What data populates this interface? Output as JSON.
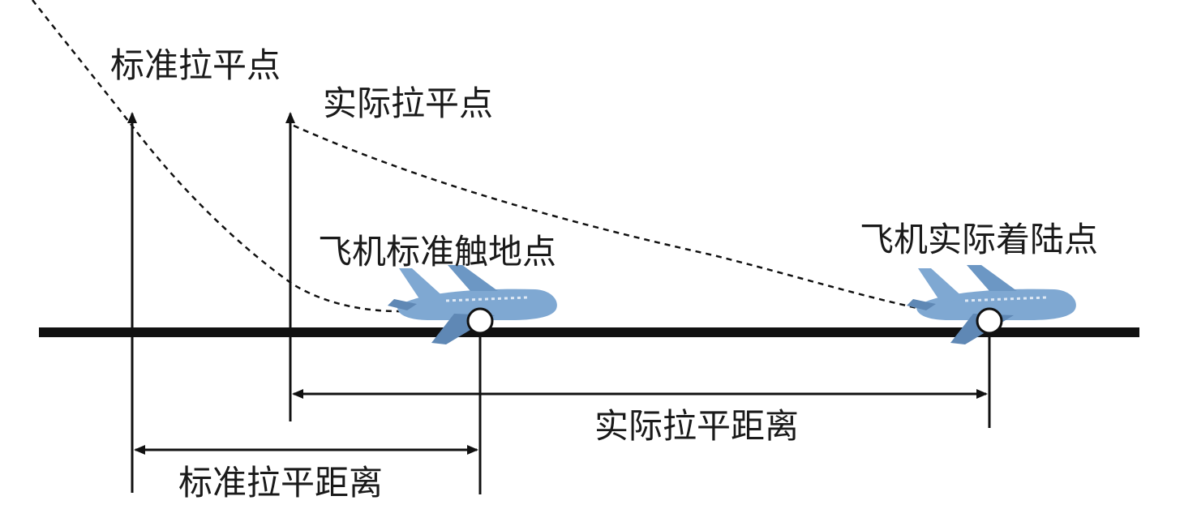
{
  "labels": {
    "standard_flare_point": "标准拉平点",
    "actual_flare_point": "实际拉平点",
    "standard_touchdown_point": "飞机标准触地点",
    "actual_landing_point": "飞机实际着陆点",
    "actual_flare_distance": "实际拉平距离",
    "standard_flare_distance": "标准拉平距离"
  },
  "icons": {
    "aircraft": "airplane-icon",
    "touchdown_marker": "circle-marker-icon"
  },
  "colors": {
    "line": "#111111",
    "aircraft_fill": "#7fa8d2",
    "aircraft_shade": "#5f88b5",
    "marker_fill": "#ffffff"
  }
}
